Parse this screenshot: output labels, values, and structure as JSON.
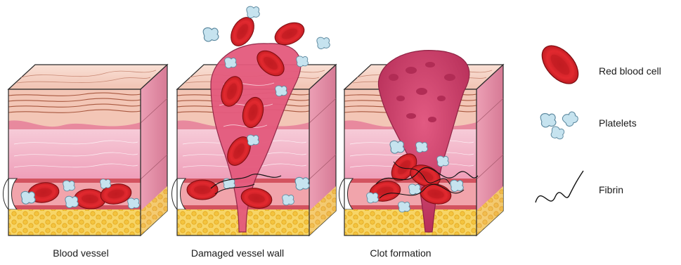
{
  "panels": [
    {
      "id": "normal",
      "caption": "Blood vessel"
    },
    {
      "id": "damaged",
      "caption": "Damaged vessel wall"
    },
    {
      "id": "clot",
      "caption": "Clot formation"
    }
  ],
  "legend": {
    "red_blood_cell": "Red blood cell",
    "platelets": "Platelets",
    "fibrin": "Fibrin"
  },
  "colors": {
    "skin_top": "#f7d6c8",
    "skin_layers": "#e7a08d",
    "dermis": "#f4c2d3",
    "vessel": "#e05c66",
    "red_cell": "#d9242a",
    "platelet": "#b9dcea",
    "fat": "#f6cf5a",
    "clot": "#d9436b"
  }
}
